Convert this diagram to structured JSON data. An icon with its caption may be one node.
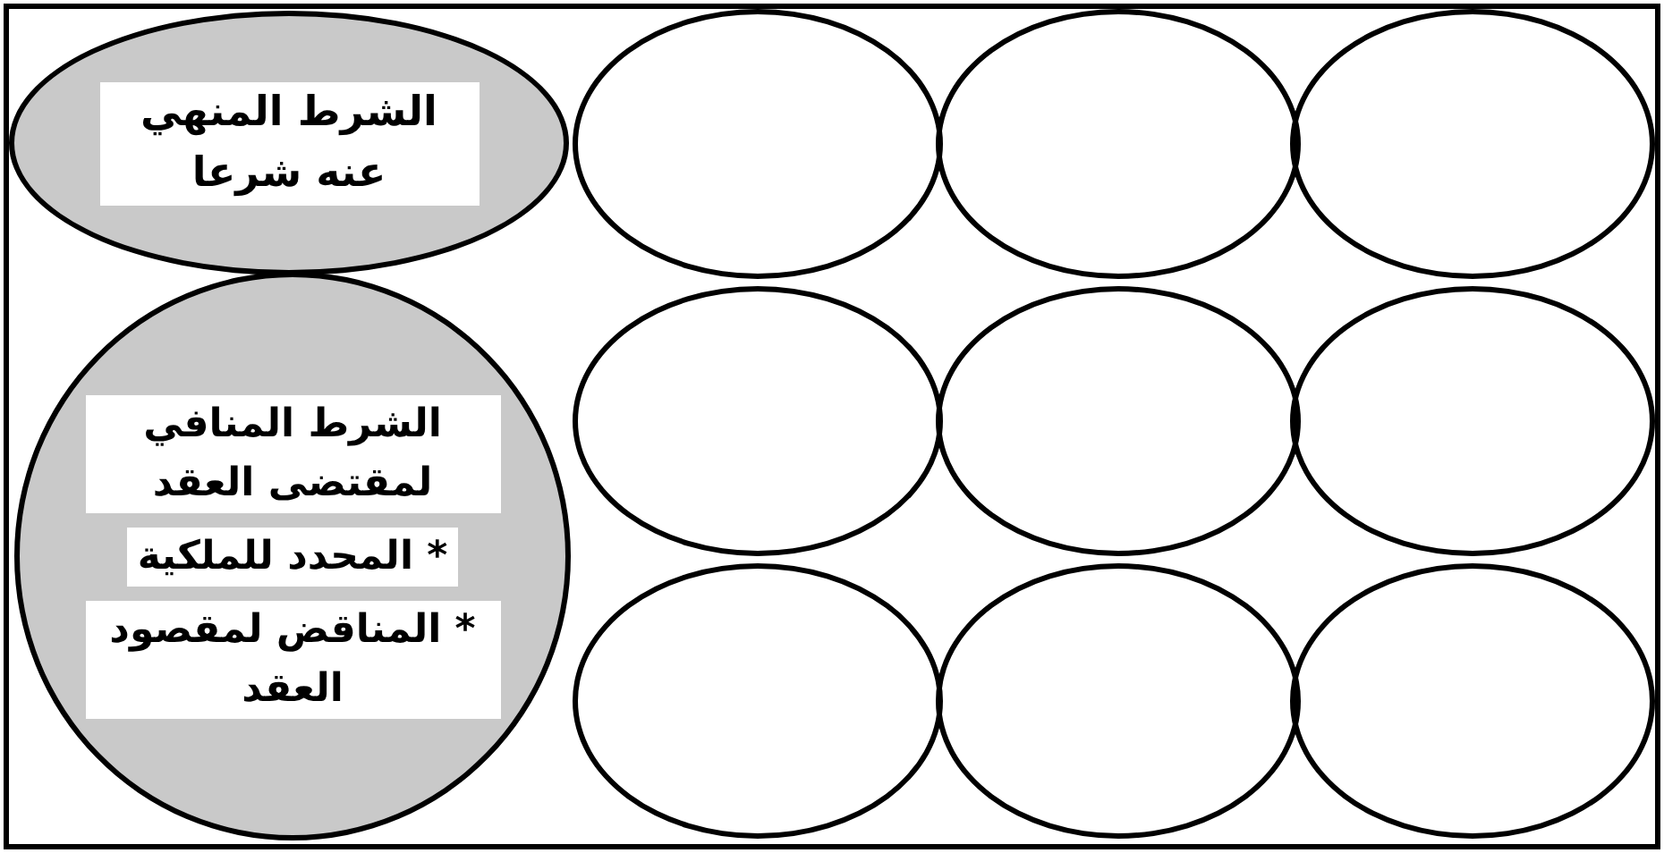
{
  "diagram": {
    "nodes": [
      {
        "text": [
          "الشرط المنهي عنه شرعا"
        ]
      },
      {
        "text": [
          "الشرط المنافي لمقتضى العقد",
          "* المحدد للملكية",
          "* المناقض لمقصود العقد"
        ]
      },
      {
        "text": [],
        "shape": "ellipse"
      },
      {
        "text": [],
        "shape": "ellipse"
      },
      {
        "text": [],
        "shape": "ellipse"
      },
      {
        "text": [],
        "shape": "ellipse"
      },
      {
        "text": [],
        "shape": "ellipse"
      },
      {
        "text": [],
        "shape": "ellipse"
      },
      {
        "text": [],
        "shape": "ellipse"
      },
      {
        "text": [],
        "shape": "ellipse"
      },
      {
        "text": [],
        "shape": "ellipse"
      }
    ]
  }
}
